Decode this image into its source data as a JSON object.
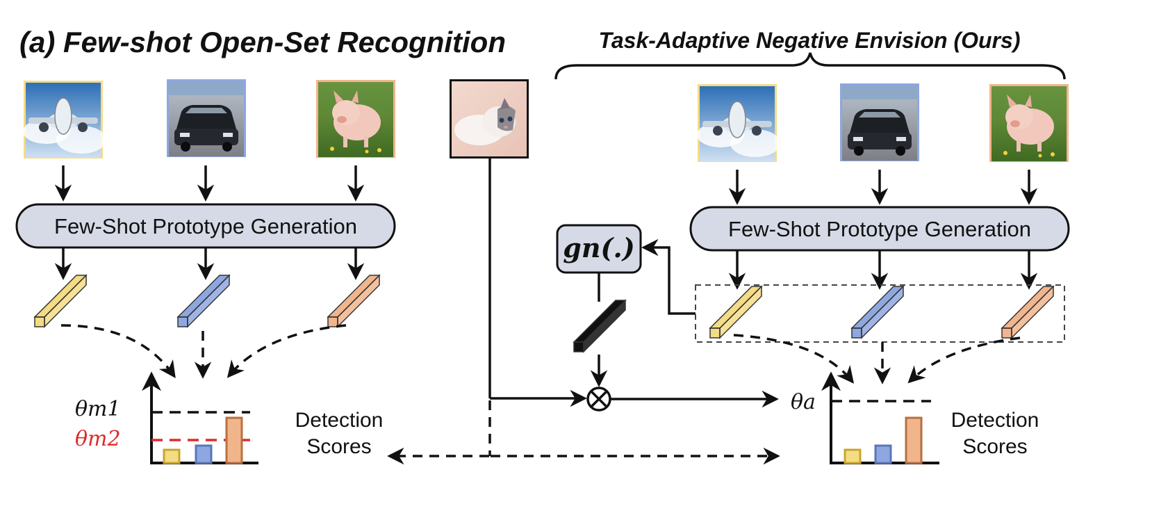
{
  "left_panel": {
    "title": "(a) Few-shot Open-Set Recognition",
    "prototype_box_label": "Few-Shot Prototype Generation",
    "threshold_1": "θm1",
    "threshold_2": "θm2",
    "detection_label_line1": "Detection",
    "detection_label_line2": "Scores",
    "support_images": [
      "airplane",
      "car",
      "pig"
    ]
  },
  "right_panel": {
    "title": "Task-Adaptive Negative Envision (Ours)",
    "prototype_box_label": "Few-Shot Prototype Generation",
    "generator_label": "gn(.)",
    "threshold": "θa",
    "detection_label_line1": "Detection",
    "detection_label_line2": "Scores",
    "support_images": [
      "airplane",
      "car",
      "pig"
    ]
  },
  "query_image": "cat",
  "colors": {
    "yellow": "#f4dc84",
    "blue": "#8ea7e0",
    "orange": "#f1b58c",
    "red_threshold": "#e02a2a",
    "box_fill": "#d5dae6"
  }
}
